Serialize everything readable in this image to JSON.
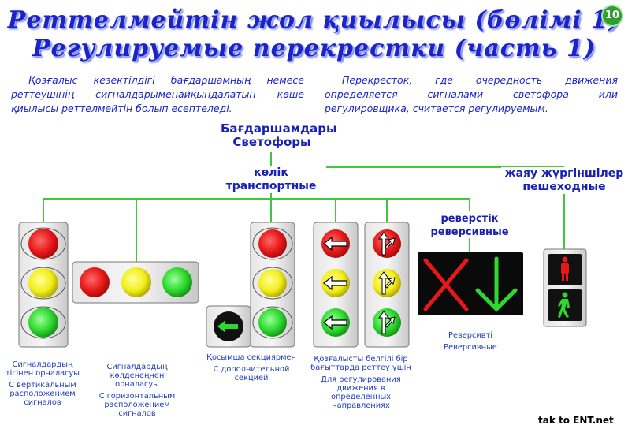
{
  "page_number": "10",
  "title_kz": "Реттелмейтін жол қиылысы (бөлімі 1)",
  "title_ru": "Регулируемые перекрестки (часть 1)",
  "intro_kz": "Қозғалыс кезектілдігі бағдаршамның немесе реттеушінің сигналдарыменайқындалатын көше қиылысы реттелмейтін болып есептеледі.",
  "intro_ru": "Перекресток, где очередность движения определяется сигналами светофора или регулировщика, считается регулируемым.",
  "root": {
    "kz": "Бағдаршамдары",
    "ru": "Светофоры"
  },
  "transport": {
    "kz": "көлік",
    "ru": "транспортные"
  },
  "pedestrian": {
    "kz": "жаяу жүргіншілер",
    "ru": "пешеходные"
  },
  "reversible": {
    "kz": "реверстік",
    "ru": "реверсивные"
  },
  "captions": {
    "vertical": {
      "kz": "Сигналдардың тігінен орналасуы",
      "ru": "С вертикальным расположением сигналов"
    },
    "horizontal": {
      "kz": "Сигналдардың көлденеңнен орналасуы",
      "ru": "С горизонтальным расположением сигналов"
    },
    "additional": {
      "kz": "Қосымша секциярмен",
      "ru": "С дополнительной секцией"
    },
    "directions": {
      "kz": "Қозғалысты белгілі бір бағыттарда реттеу үшін",
      "ru": "Для регулирования движения в определенных направлениях"
    },
    "reversible": {
      "kz": "Реверсивті",
      "ru": "Реверсивные"
    }
  },
  "colors": {
    "red": "#e81818",
    "yellow": "#f2ee1a",
    "green": "#2ed82e",
    "line": "#3fc83f",
    "text": "#1b24c8"
  },
  "icons": [
    "left-arrow-icon",
    "straight-right-arrow-icon",
    "red-cross-icon",
    "green-down-arrow-icon",
    "pedestrian-stop-icon",
    "pedestrian-go-icon"
  ],
  "watermark": "tak to ENT.net"
}
